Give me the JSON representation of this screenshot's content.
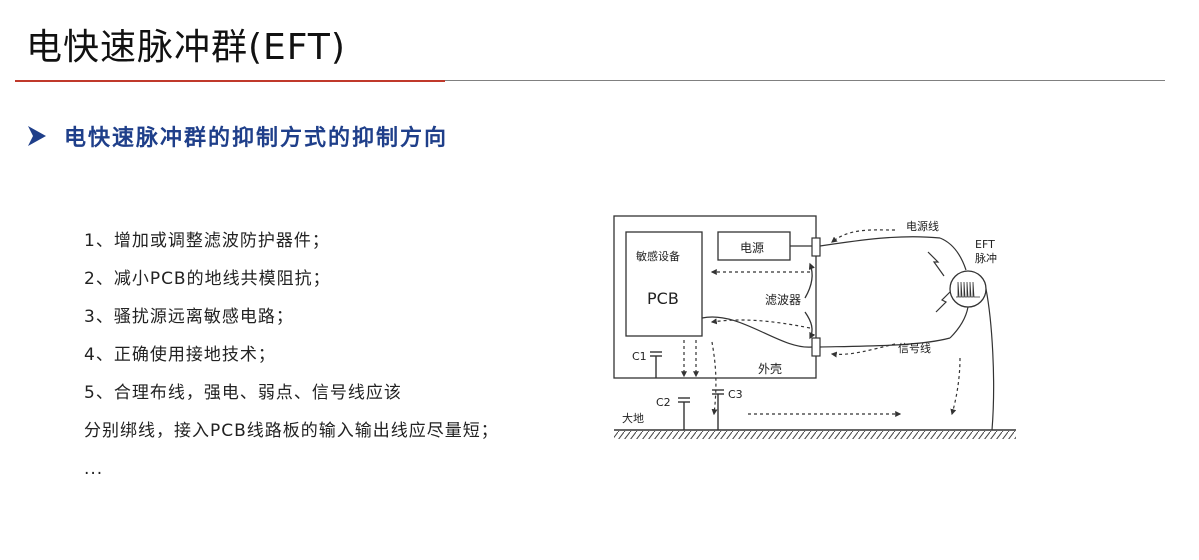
{
  "title": "电快速脉冲群(EFT)",
  "section_heading": "电快速脉冲群的抑制方式的抑制方向",
  "list_items": [
    "1、增加或调整滤波防护器件；",
    "2、减小PCB的地线共模阻抗；",
    "3、骚扰源远离敏感电路；",
    "4、正确使用接地技术；",
    "5、合理布线，强电、弱点、信号线应该",
    "分别绑线，接入PCB线路板的输入输出线应尽量短；",
    "..."
  ],
  "diagram": {
    "sensitive_device": "敏感设备",
    "pcb": "PCB",
    "power": "电源",
    "filter": "滤波器",
    "enclosure": "外壳",
    "power_line": "电源线",
    "signal_line": "信号线",
    "eft_label": "EFT",
    "pulse_label": "脉冲",
    "ground": "大地",
    "c1": "C1",
    "c2": "C2",
    "c3": "C3"
  },
  "colors": {
    "title_rule_red": "#c0392b",
    "heading_blue": "#1f3f8a"
  }
}
